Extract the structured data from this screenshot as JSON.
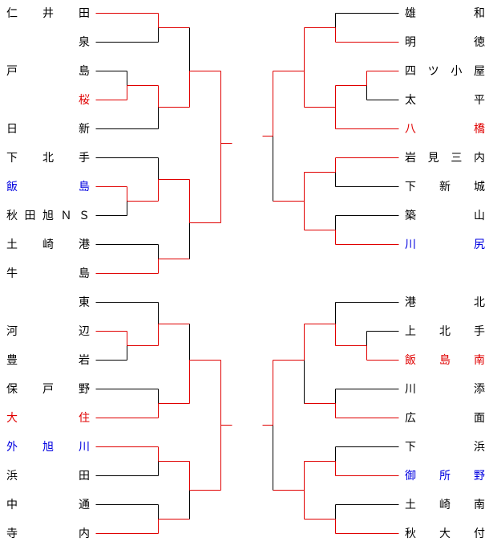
{
  "colors": {
    "black": "#000000",
    "red": "#e00000",
    "blue": "#0000e0"
  },
  "blocks": [
    {
      "id": "block-1",
      "left_teams": [
        {
          "name": "仁井田",
          "color": "black"
        },
        {
          "name": "　泉",
          "color": "black"
        },
        {
          "name": "戸島",
          "color": "black"
        },
        {
          "name": "　桜",
          "color": "red"
        },
        {
          "name": "日新",
          "color": "black"
        },
        {
          "name": "下北手",
          "color": "black"
        },
        {
          "name": "飯島",
          "color": "blue"
        },
        {
          "name": "秋田旭ＮＳ",
          "color": "black"
        },
        {
          "name": "土崎港",
          "color": "black"
        },
        {
          "name": "牛島",
          "color": "black"
        }
      ],
      "right_teams": [
        {
          "name": "雄和",
          "color": "black"
        },
        {
          "name": "明徳",
          "color": "black"
        },
        {
          "name": "四ツ小屋",
          "color": "black"
        },
        {
          "name": "太平",
          "color": "black"
        },
        {
          "name": "八橋",
          "color": "red"
        },
        {
          "name": "岩見三内",
          "color": "black"
        },
        {
          "name": "下新城",
          "color": "black"
        },
        {
          "name": "築山",
          "color": "black"
        },
        {
          "name": "川尻",
          "color": "blue"
        }
      ]
    },
    {
      "id": "block-2",
      "left_teams": [
        {
          "name": "　東",
          "color": "black"
        },
        {
          "name": "河辺",
          "color": "black"
        },
        {
          "name": "豊岩",
          "color": "black"
        },
        {
          "name": "保戸野",
          "color": "black"
        },
        {
          "name": "大住",
          "color": "red"
        },
        {
          "name": "外旭川",
          "color": "blue"
        },
        {
          "name": "浜田",
          "color": "black"
        },
        {
          "name": "中通",
          "color": "black"
        },
        {
          "name": "寺内",
          "color": "black"
        }
      ],
      "right_teams": [
        {
          "name": "港北",
          "color": "black"
        },
        {
          "name": "上北手",
          "color": "black"
        },
        {
          "name": "飯島南",
          "color": "red"
        },
        {
          "name": "川添",
          "color": "black"
        },
        {
          "name": "広面",
          "color": "black"
        },
        {
          "name": "下浜",
          "color": "black"
        },
        {
          "name": "御所野",
          "color": "blue"
        },
        {
          "name": "土崎南",
          "color": "black"
        },
        {
          "name": "秋大付",
          "color": "black"
        }
      ]
    }
  ]
}
